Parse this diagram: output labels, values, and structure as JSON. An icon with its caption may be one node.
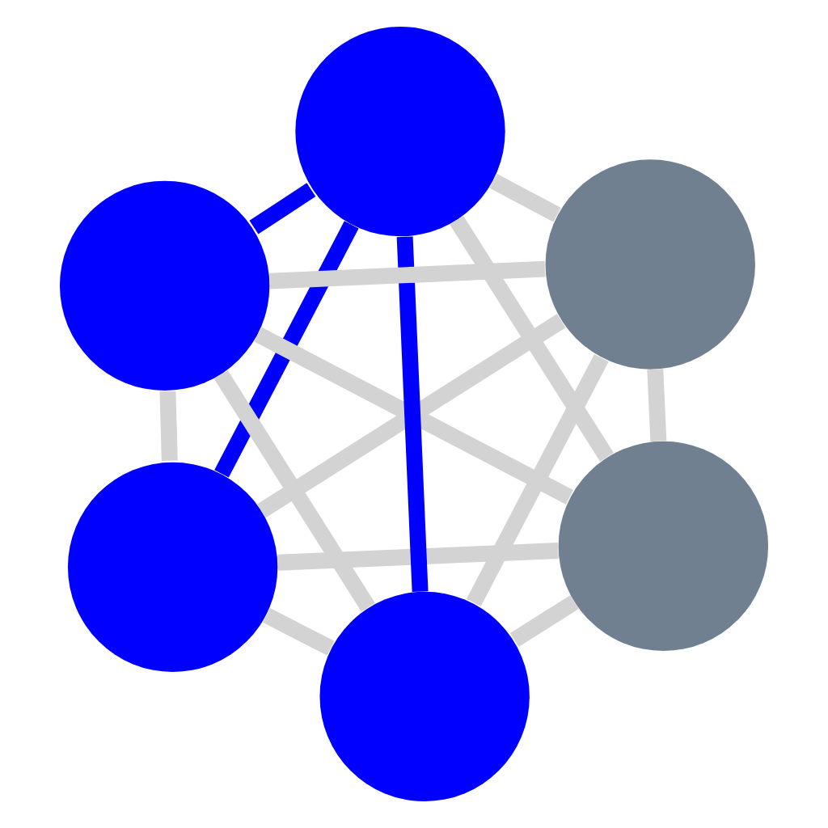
{
  "diagram": {
    "nodes": [
      {
        "text": [],
        "shape": "circle"
      },
      {
        "text": [],
        "shape": "circle"
      },
      {
        "text": [],
        "shape": "circle"
      },
      {
        "text": [],
        "shape": "circle"
      },
      {
        "text": [],
        "shape": "circle"
      },
      {
        "text": [],
        "shape": "circle"
      }
    ],
    "edges": [
      {
        "from": 0,
        "to": 1,
        "arrow": "none"
      },
      {
        "from": 0,
        "to": 2,
        "arrow": "none"
      },
      {
        "from": 0,
        "to": 3,
        "arrow": "none",
        "color": "#0000ff"
      },
      {
        "from": 0,
        "to": 4,
        "arrow": "none"
      },
      {
        "from": 0,
        "to": 5,
        "arrow": "none"
      },
      {
        "from": 1,
        "to": 2,
        "arrow": "none"
      },
      {
        "from": 1,
        "to": 3,
        "arrow": "none"
      },
      {
        "from": 1,
        "to": 4,
        "arrow": "none"
      },
      {
        "from": 1,
        "to": 5,
        "arrow": "none"
      },
      {
        "from": 2,
        "to": 3,
        "arrow": "none",
        "color": "#0000ff"
      },
      {
        "from": 2,
        "to": 4,
        "arrow": "none"
      },
      {
        "from": 2,
        "to": 5,
        "arrow": "none"
      },
      {
        "from": 3,
        "to": 4,
        "arrow": "none"
      },
      {
        "from": 3,
        "to": 5,
        "arrow": "none",
        "color": "#0000ff"
      },
      {
        "from": 4,
        "to": 5,
        "arrow": "none"
      }
    ]
  }
}
